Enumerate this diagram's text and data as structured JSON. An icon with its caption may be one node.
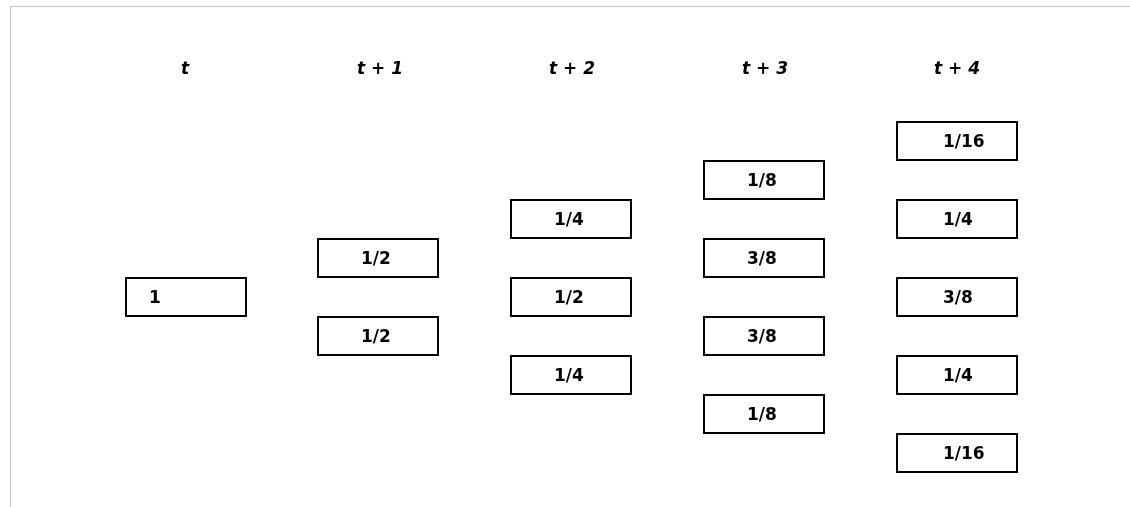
{
  "diagram": {
    "nodes": [
      {
        "text": [
          "1"
        ]
      },
      {
        "text": [
          "1/2"
        ]
      },
      {
        "text": [
          "1/2"
        ]
      },
      {
        "text": [
          "1/4"
        ]
      },
      {
        "text": [
          "1/2"
        ]
      },
      {
        "text": [
          "1/4"
        ]
      },
      {
        "text": [
          "1/8"
        ]
      },
      {
        "text": [
          "3/8"
        ]
      },
      {
        "text": [
          "3/8"
        ]
      },
      {
        "text": [
          "1/8"
        ]
      },
      {
        "text": [
          "1/16"
        ]
      },
      {
        "text": [
          "1/4"
        ]
      },
      {
        "text": [
          "3/8"
        ]
      },
      {
        "text": [
          "1/4"
        ]
      },
      {
        "text": [
          "1/16"
        ]
      }
    ],
    "labels": [
      "t",
      "t + 1",
      "t + 2",
      "t + 3",
      "t + 4"
    ]
  }
}
